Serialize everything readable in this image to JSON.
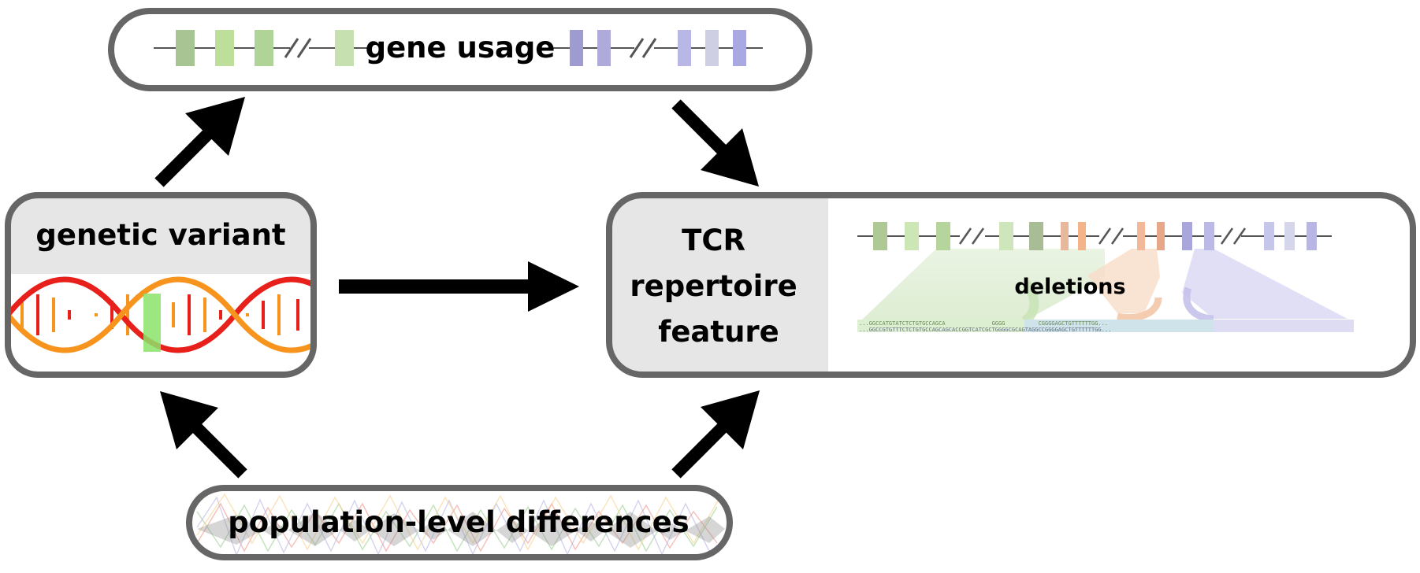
{
  "nodes": {
    "gene_usage": {
      "label": "gene usage"
    },
    "genetic_variant": {
      "label": "genetic variant"
    },
    "tcr_feature": {
      "label_lines": [
        "TCR",
        "repertoire",
        "feature"
      ]
    },
    "deletions": {
      "label": "deletions"
    },
    "population": {
      "label": "population-level differences"
    }
  },
  "edges": [
    {
      "from": "genetic_variant",
      "to": "gene_usage"
    },
    {
      "from": "gene_usage",
      "to": "tcr_feature"
    },
    {
      "from": "genetic_variant",
      "to": "tcr_feature"
    },
    {
      "from": "population",
      "to": "genetic_variant"
    },
    {
      "from": "population",
      "to": "tcr_feature"
    }
  ],
  "colors": {
    "box_border": "#666666",
    "header_fill": "#e6e6e6",
    "v_gene": "#b3d39c",
    "d_gene": "#f2b898",
    "j_gene": "#b6b5e0",
    "dna_red": "#e8201c",
    "dna_orange": "#f7941d",
    "variant_marker": "#8ce36b",
    "arrow": "#000000"
  },
  "sequence": {
    "top": "...GGCCATGTATCTCTGTGCCAGCA              GGGG          CGGGGAGCTGTTTTTTGG...",
    "bottom": "...GGCCGTGTTTCTCTGTGCCAGCAGCACCGGTCATCGCTGGGGCGCAGTAGGCCGGGGAGCTGTTTTTTGG..."
  }
}
